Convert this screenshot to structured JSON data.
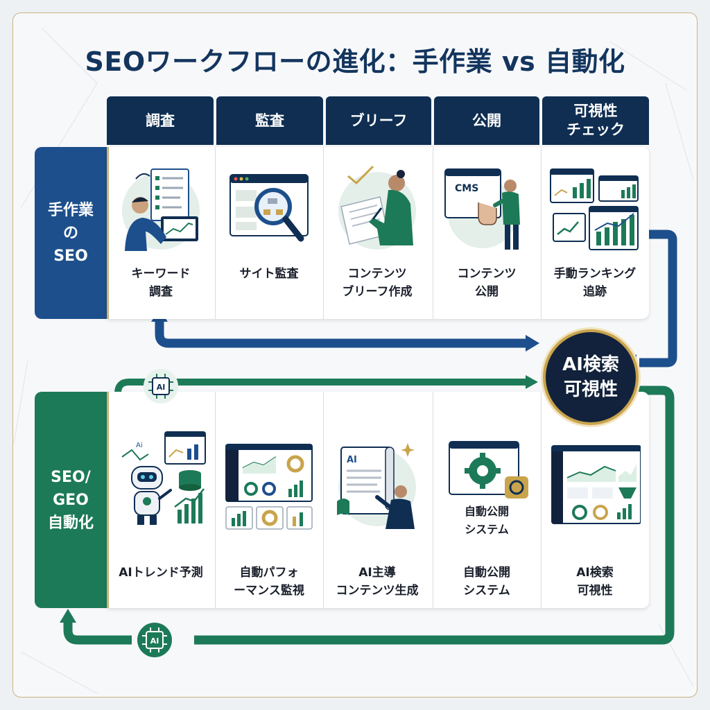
{
  "title": "SEOワークフローの進化：手作業 vs 自動化",
  "columns": [
    "調査",
    "監査",
    "ブリーフ",
    "公開",
    "可視性\nチェック"
  ],
  "manual_row": {
    "label": "手作業\nの\nSEO",
    "captions": [
      "キーワード\n調査",
      "サイト監査",
      "コンテンツ\nブリーフ作成",
      "コンテンツ\n公開",
      "手動ランキング\n追跡"
    ],
    "cms_label": "CMS"
  },
  "auto_row": {
    "label": "SEO/\nGEO\n自動化",
    "captions": [
      "AIトレンド予測",
      "自動パフォ\nーマンス監視",
      "AI主導\nコンテンツ生成",
      "自動公開\nシステム",
      "AI検索\n可視性"
    ],
    "publish_inner_label": "自動公開\nシステム",
    "ai_doc_label": "AI",
    "ai_small_label": "Ai"
  },
  "hub": {
    "label": "AI検索\n可視性"
  },
  "chips": [
    {
      "icon": "ai-chip-icon",
      "label": "AI"
    },
    {
      "icon": "ai-chip-icon",
      "label": "AI"
    }
  ],
  "colors": {
    "navy": "#0f2e52",
    "blue": "#1d4f8c",
    "green": "#1d7a58",
    "gold": "#c9a44c"
  }
}
